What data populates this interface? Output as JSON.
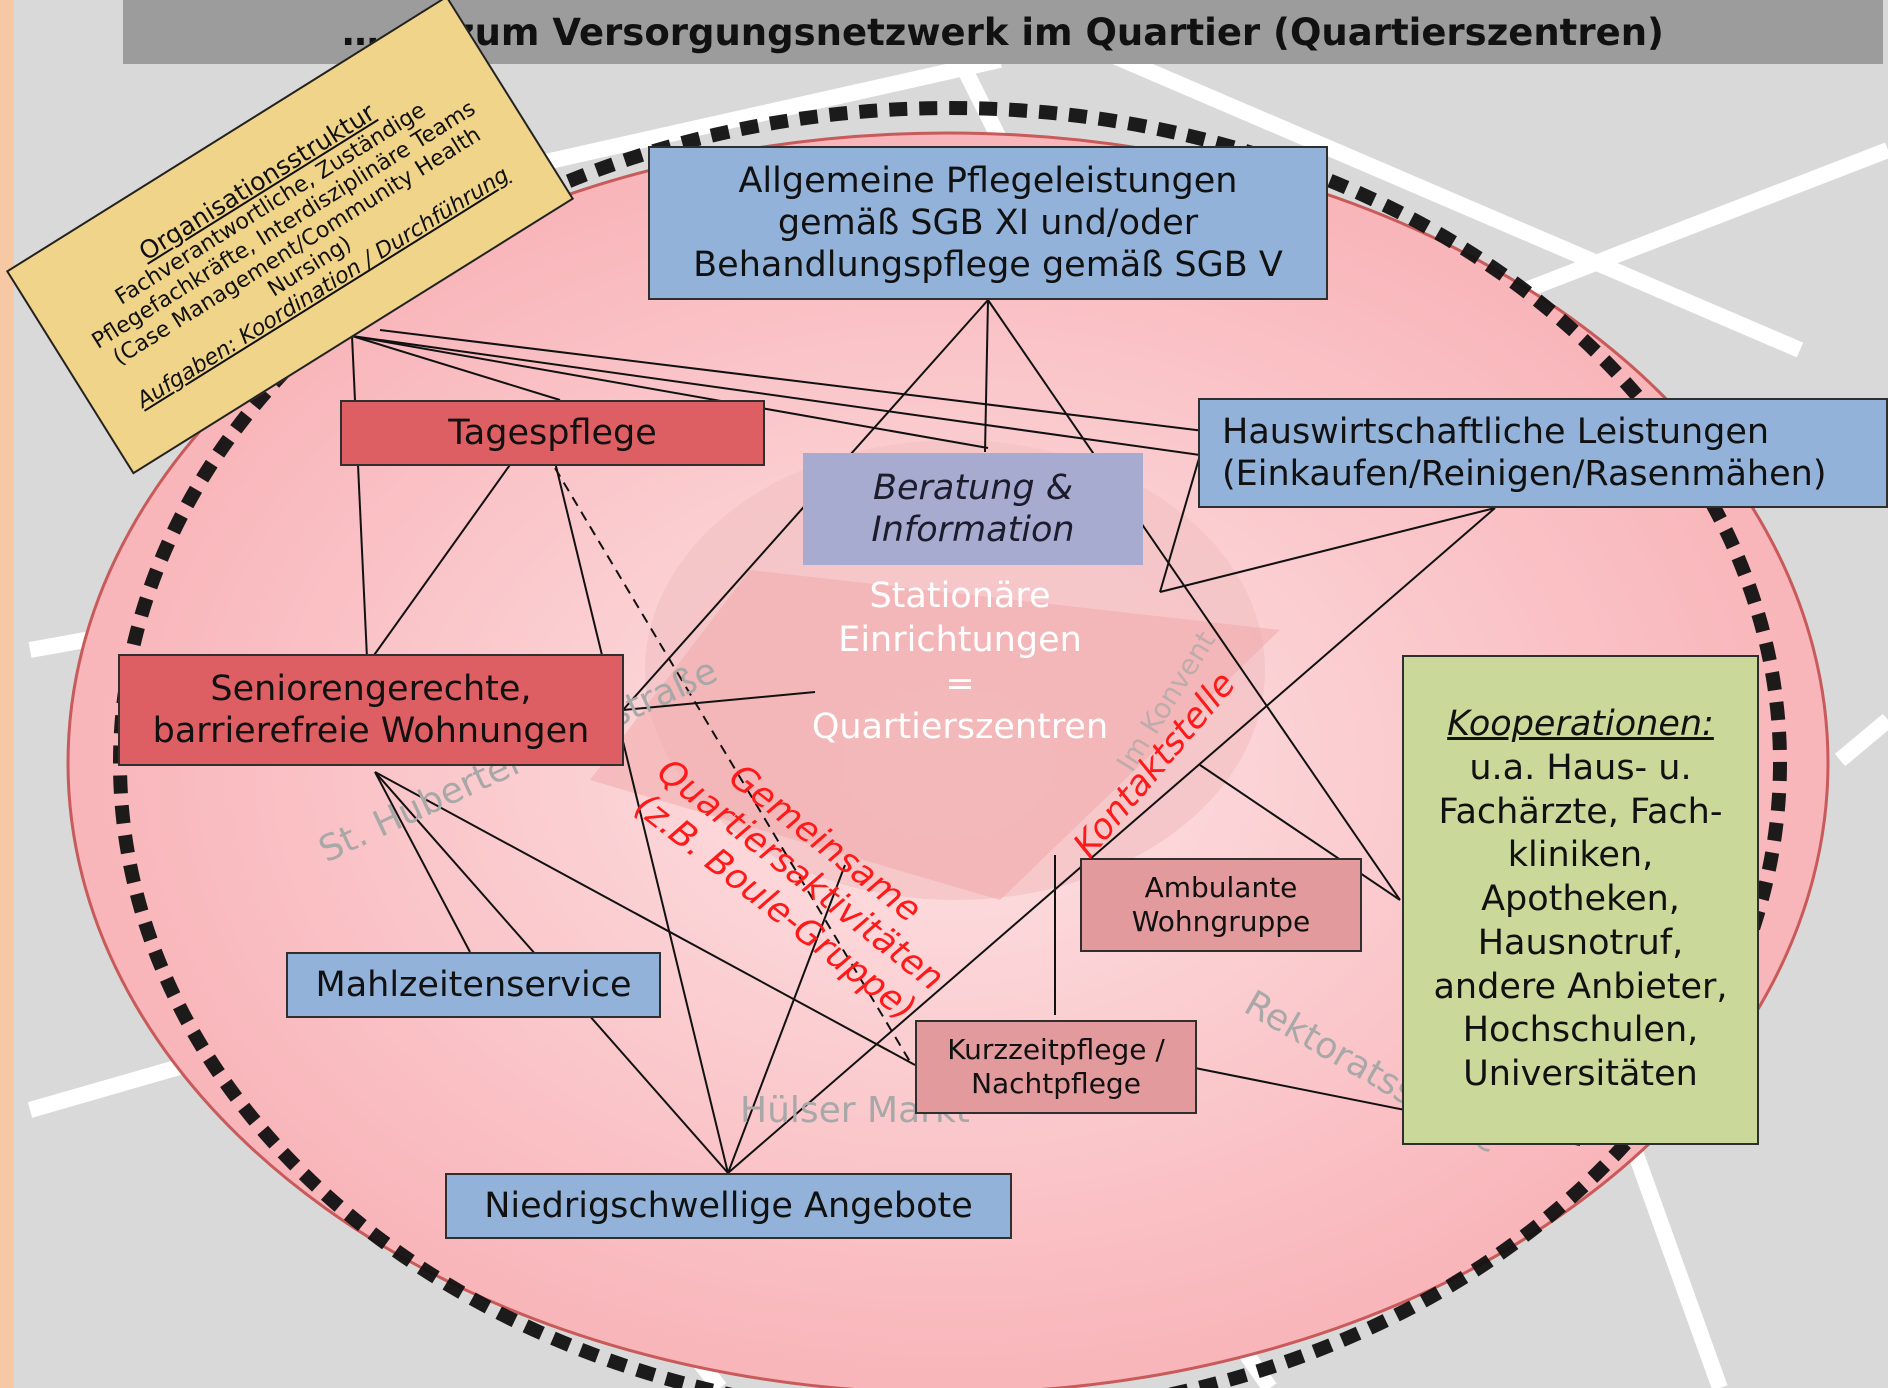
{
  "title": "………zum Versorgungsnetzwerk im Quartier (Quartierszentren)",
  "org_box": {
    "heading": "Organisationsstruktur",
    "line1": "Fachverantwortliche, Zuständige",
    "line2": "Pflegefachkräfte, Interdisziplinäre Teams",
    "line3": "(Case Management/Community Health Nursing)",
    "tasks": "Aufgaben: Koordination / Durchführung"
  },
  "nodes": {
    "pflege": "Allgemeine Pflegeleistungen\ngemäß SGB XI und/oder\nBehandlungspflege gemäß SGB V",
    "hauswirtschaft": "Hauswirtschaftliche Leistungen\n(Einkaufen/Reinigen/Rasenmähen)",
    "tagespflege": "Tagespflege",
    "beratung": "Beratung &\nInformation",
    "wohnungen": "Seniorengerechte,\nbarrierefreie Wohnungen",
    "mahlzeiten": "Mahlzeitenservice",
    "niedrig": "Niedrigschwellige Angebote",
    "ambulant": "Ambulante\nWohngruppe",
    "kurzzeit": "Kurzzeitpflege /\nNachtpflege"
  },
  "center": "Stationäre\nEinrichtungen\n=\nQuartierszentren",
  "kooperationen": {
    "title": "Kooperationen:",
    "text": "u.a. Haus- u.\nFachärzte, Fach-\nkliniken,\nApotheken,\nHausnotruf,\nandere Anbieter,\nHochschulen,\nUniversitäten"
  },
  "red_labels": {
    "gemeinsame": "Gemeinsame\nQuartiersaktivitäten\n(z.B. Boule-Gruppe)",
    "kontakt": "Kontaktstelle"
  },
  "street_labels": {
    "landstrasse": "St. Huberter Landstraße",
    "rektorat": "Rektoratsstraße",
    "markt": "Hülser Markt",
    "konvent": "Im Konvent"
  },
  "colors": {
    "blue": "#93b2d9",
    "red": "#dd5f63",
    "pink": "#e39a9d",
    "green": "#cad89a",
    "org": "#efd48a",
    "ellipse": "#f9b3b8"
  }
}
